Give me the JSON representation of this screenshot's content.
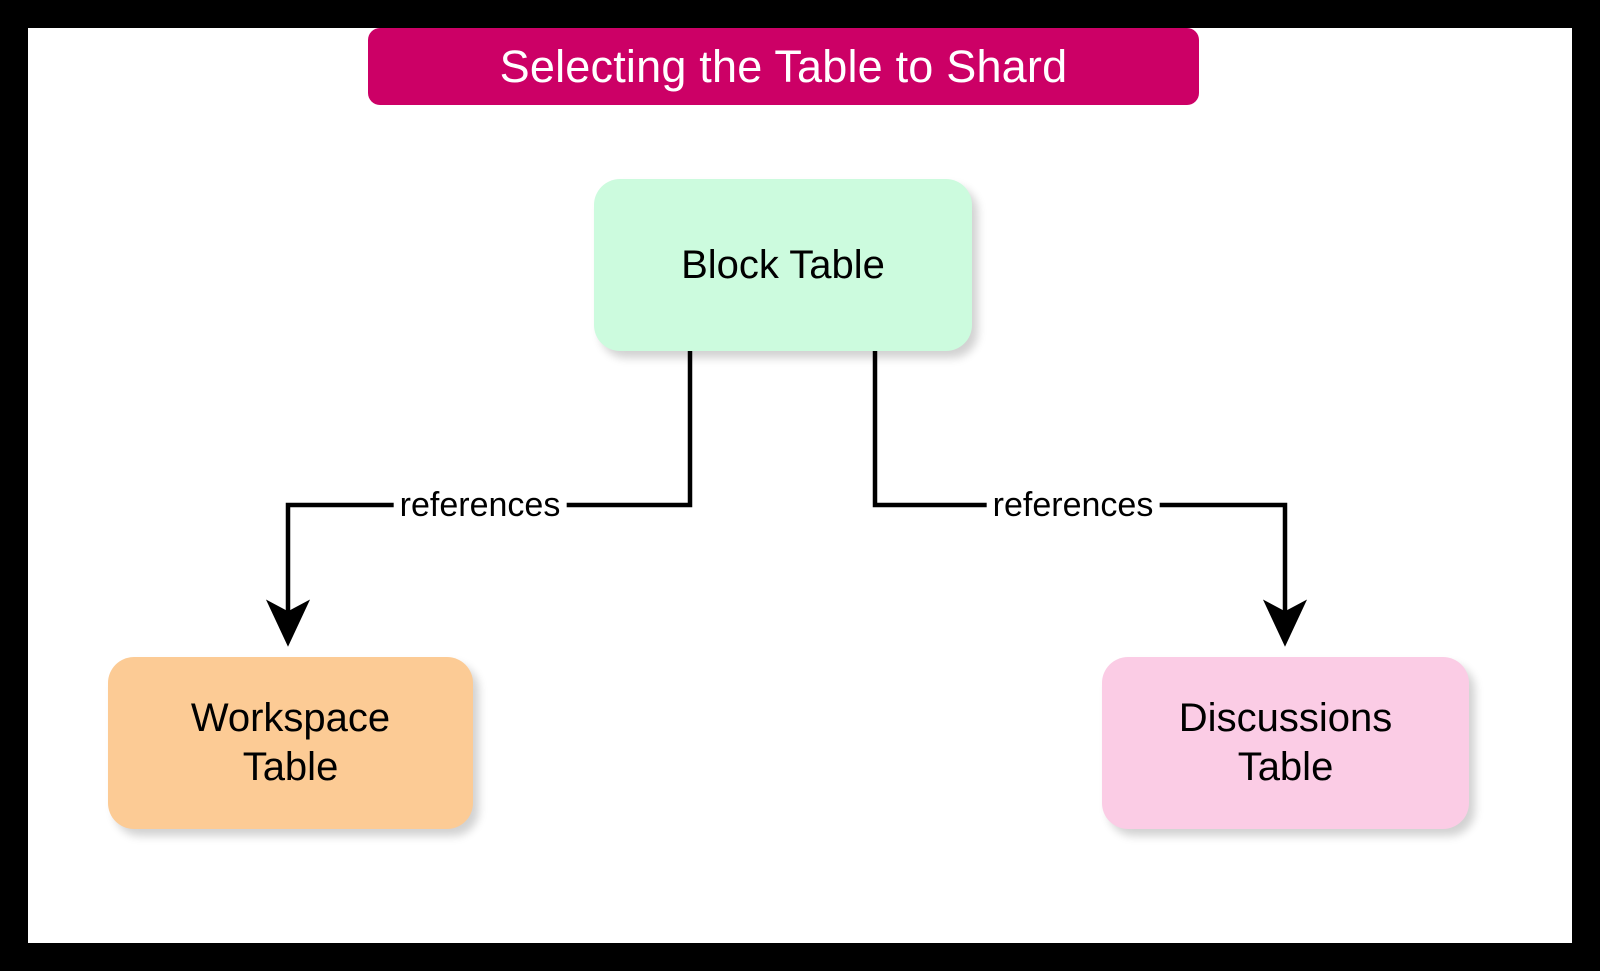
{
  "frame": {
    "border_color": "#000000",
    "canvas_color": "#ffffff"
  },
  "title": {
    "text": "Selecting the Table to Shard",
    "background_color": "#cc0066",
    "text_color": "#ffffff"
  },
  "diagram": {
    "type": "flowchart",
    "direction": "top-down",
    "nodes": [
      {
        "id": "block",
        "label": "Block Table",
        "color": "#ccfbde",
        "shape": "rounded-rectangle"
      },
      {
        "id": "workspace",
        "label": "Workspace\nTable",
        "line1": "Workspace",
        "line2": "Table",
        "color": "#fccb95",
        "shape": "rounded-rectangle"
      },
      {
        "id": "discussions",
        "label": "Discussions\nTable",
        "line1": "Discussions",
        "line2": "Table",
        "color": "#fbcce5",
        "shape": "rounded-rectangle"
      }
    ],
    "edges": [
      {
        "from": "block",
        "to": "workspace",
        "label": "references",
        "style": "orthogonal-arrow",
        "color": "#000000"
      },
      {
        "from": "block",
        "to": "discussions",
        "label": "references",
        "style": "orthogonal-arrow",
        "color": "#000000"
      }
    ]
  }
}
